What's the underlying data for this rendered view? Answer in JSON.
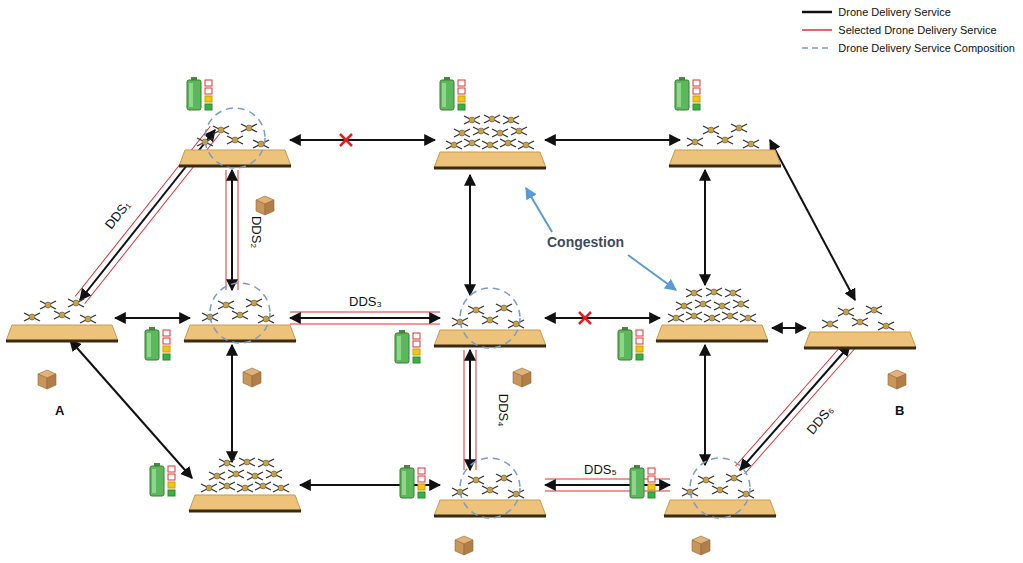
{
  "diagram": {
    "nodes": [
      {
        "text": [
          "A"
        ]
      },
      {
        "text": [
          "B"
        ]
      }
    ],
    "labels": [
      "DDS₁",
      "DDS₂",
      "DDS₃",
      "DDS₄",
      "DDS₅",
      "DDS₆",
      "Congestion"
    ],
    "legend": [
      {
        "text": "Drone Delivery Service"
      },
      {
        "text": "Selected Drone Delivery Service"
      },
      {
        "text": "Drone Delivery Service Composition"
      }
    ]
  }
}
